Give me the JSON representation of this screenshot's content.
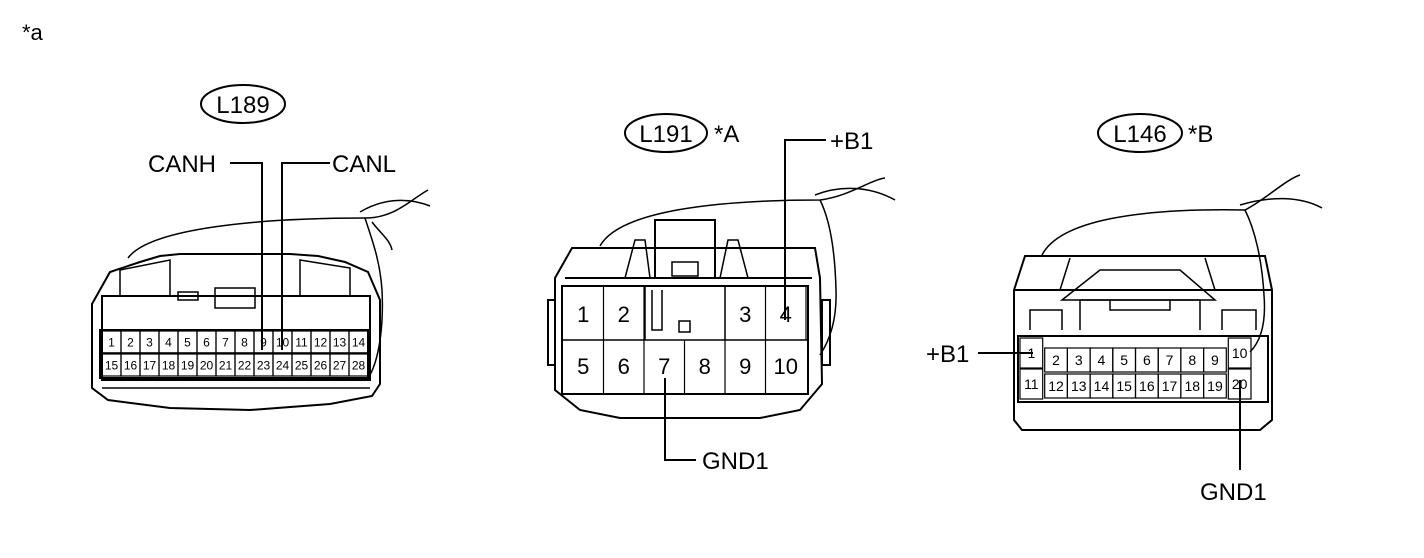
{
  "figure_tag": "*a",
  "connectors": [
    {
      "id": "L189",
      "note": "",
      "signals": {
        "left": "CANH",
        "right": "CANL"
      },
      "pins_row1": [
        "1",
        "2",
        "3",
        "4",
        "5",
        "6",
        "7",
        "8",
        "9",
        "10",
        "11",
        "12",
        "13",
        "14"
      ],
      "pins_row2": [
        "15",
        "16",
        "17",
        "18",
        "19",
        "20",
        "21",
        "22",
        "23",
        "24",
        "25",
        "26",
        "27",
        "28"
      ]
    },
    {
      "id": "L191",
      "note": "*A",
      "signals": {
        "top": "+B1",
        "bottom": "GND1"
      },
      "pins_row1": [
        "1",
        "2",
        "",
        "",
        "3",
        "4"
      ],
      "pins_row2": [
        "5",
        "6",
        "7",
        "8",
        "9",
        "10"
      ]
    },
    {
      "id": "L146",
      "note": "*B",
      "signals": {
        "left": "+B1",
        "bottom": "GND1"
      },
      "pins_row1": [
        "1",
        "2",
        "3",
        "4",
        "5",
        "6",
        "7",
        "8",
        "9",
        "10"
      ],
      "pins_row2": [
        "11",
        "12",
        "13",
        "14",
        "15",
        "16",
        "17",
        "18",
        "19",
        "20"
      ]
    }
  ]
}
